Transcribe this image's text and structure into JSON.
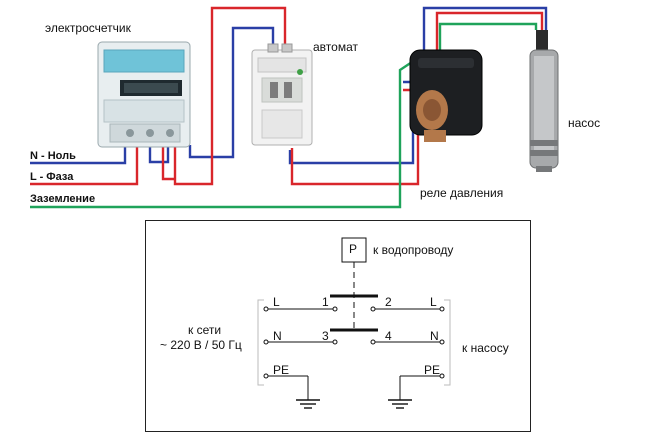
{
  "top": {
    "meter_label": "электросчетчик",
    "breaker_label": "автомат",
    "pump_label": "насос",
    "relay_label": "реле давления",
    "wire_neutral": "N - Ноль",
    "wire_phase": "L - Фаза",
    "wire_ground": "Заземление"
  },
  "schematic": {
    "sensor_letter": "P",
    "to_water": "к водопроводу",
    "to_network_line1": "к сети",
    "to_network_line2": "~ 220 В / 50 Гц",
    "to_pump": "к насосу",
    "left_L": "L",
    "left_N": "N",
    "left_PE": "PE",
    "right_L": "L",
    "right_N": "N",
    "right_PE": "PE",
    "contact_1": "1",
    "contact_2": "2",
    "contact_3": "3",
    "contact_4": "4"
  },
  "colors": {
    "phase": "#d9262b",
    "neutral": "#2a3fa6",
    "ground": "#1fa35a"
  }
}
